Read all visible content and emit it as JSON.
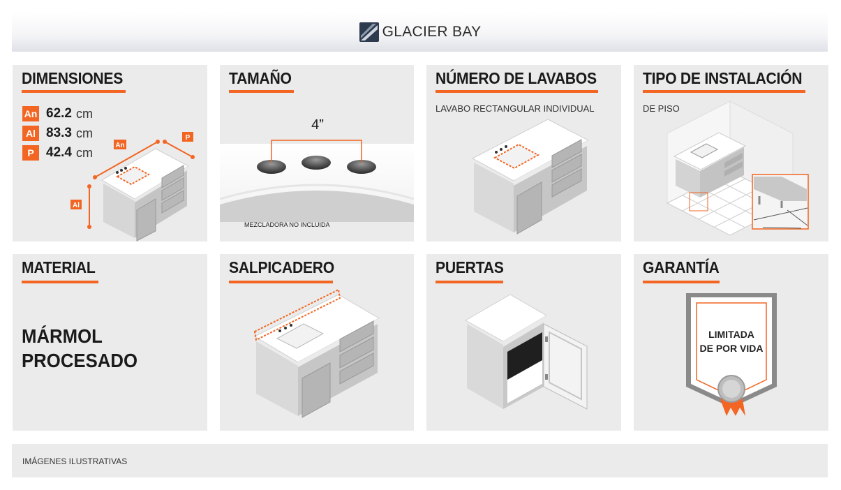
{
  "brand": {
    "logo_text": "GLACIER BAY"
  },
  "dimensions": {
    "title": "DIMENSIONES",
    "rows": [
      {
        "tag": "An",
        "value": "62.2",
        "unit": "cm"
      },
      {
        "tag": "Al",
        "value": "83.3",
        "unit": "cm"
      },
      {
        "tag": "P",
        "value": "42.4",
        "unit": "cm"
      }
    ],
    "diagram_labels": {
      "width": "An",
      "depth": "P",
      "height": "Al"
    }
  },
  "size": {
    "title": "TAMAÑO",
    "measure": "4”",
    "note": "MEZCLADORA NO INCLUIDA"
  },
  "sinks": {
    "title": "NÚMERO DE LAVABOS",
    "subtitle": "LAVABO RECTANGULAR INDIVIDUAL"
  },
  "install": {
    "title": "TIPO DE INSTALACIÓN",
    "subtitle": "DE PISO"
  },
  "material": {
    "title": "MATERIAL",
    "line1": "MÁRMOL",
    "line2": "PROCESADO"
  },
  "backsplash": {
    "title": "SALPICADERO"
  },
  "doors": {
    "title": "PUERTAS"
  },
  "warranty": {
    "title": "GARANTÍA",
    "line1": "LIMITADA",
    "line2": "DE POR VIDA"
  },
  "footer": {
    "note": "IMÁGENES ILUSTRATIVAS"
  },
  "colors": {
    "accent": "#f26522",
    "card_bg": "#ebebeb",
    "title": "#1a1a1a"
  }
}
